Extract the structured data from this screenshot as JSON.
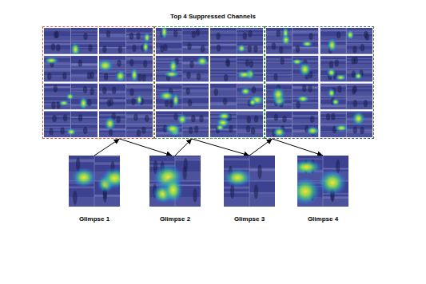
{
  "diagram": {
    "title": "Top 4 Suppressed Channels",
    "nodes": [
      {
        "text": []
      },
      {
        "text": []
      },
      {
        "text": []
      },
      {
        "text": [
          "Glimpse 1"
        ]
      },
      {
        "text": [
          "Glimpse 2"
        ]
      },
      {
        "text": [
          "Glimpse 3"
        ]
      },
      {
        "text": [
          "Glimpse 4"
        ]
      }
    ],
    "edges": [
      {
        "from": 3,
        "to": 0,
        "arrow": "to"
      },
      {
        "from": 0,
        "to": 4,
        "arrow": "to"
      },
      {
        "from": 4,
        "to": 1,
        "arrow": "to"
      },
      {
        "from": 1,
        "to": 5,
        "arrow": "to"
      },
      {
        "from": 5,
        "to": 2,
        "arrow": "to"
      },
      {
        "from": 2,
        "to": 6,
        "arrow": "to"
      }
    ]
  }
}
